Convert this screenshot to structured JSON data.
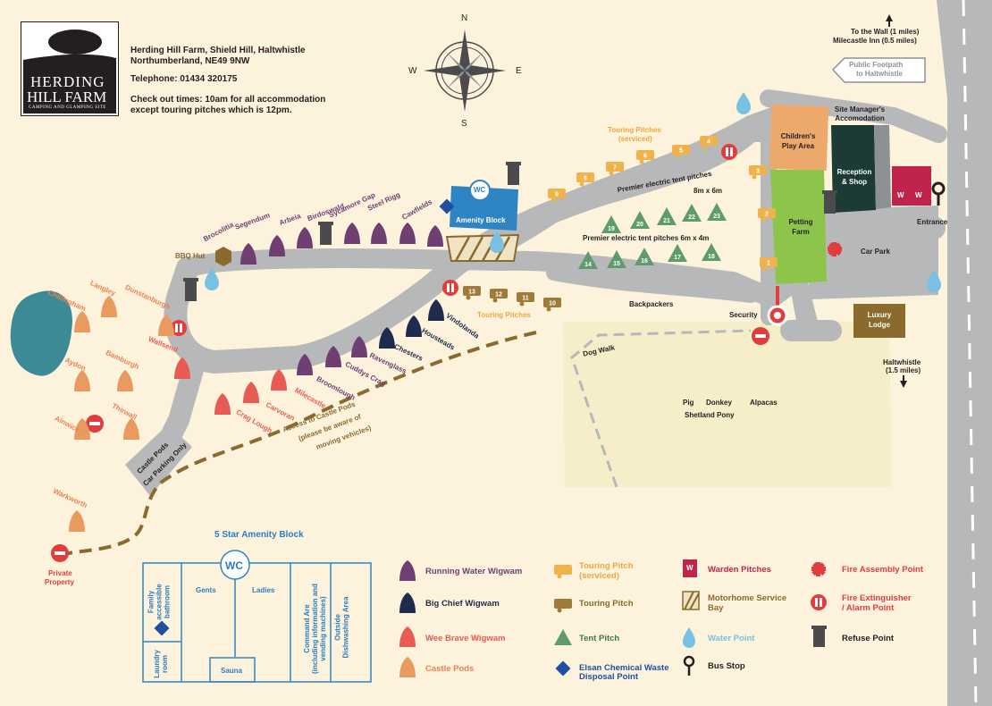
{
  "logo": {
    "line1": "HERDING",
    "line2": "HILL FARM",
    "tagline": "CAMPING AND GLAMPING SITE"
  },
  "info": {
    "address1": "Herding Hill Farm, Shield Hill, Haltwhistle",
    "address2": "Northumberland, NE49 9NW",
    "telephone": "Telephone: 01434 320175",
    "checkout1": "Check out times: 10am for all accommodation",
    "checkout2": "except touring pitches which is 12pm."
  },
  "compass": {
    "n": "N",
    "s": "S",
    "e": "E",
    "w": "W"
  },
  "directions": {
    "to_wall": "To the Wall (1 miles)",
    "milecastle_inn": "Milecastle Inn (0.5 miles)",
    "footpath1": "Public Footpath",
    "footpath2": "to Haltwhistle",
    "haltwhistle1": "Haltwhistle",
    "haltwhistle2": "(1.5 miles)"
  },
  "areas": {
    "childrens_play": "Children's Play Area",
    "site_manager": "Site Manager's Accomodation",
    "reception": "Reception & Shop",
    "petting_farm": "Petting Farm",
    "car_park": "Car Park",
    "entrance": "Entrance",
    "luxury_lodge": "Luxury Lodge",
    "security": "Security",
    "backpackers": "Backpackers",
    "bbq_hut": "BBQ Hut",
    "amenity_block": "Amenity Block",
    "castle_pods_parking1": "Castle Pods",
    "castle_pods_parking2": "Car Parking Only",
    "dog_walk": "Dog Walk",
    "access1": "Access to Castle Pods",
    "access2": "(please be aware of",
    "access3": "moving vehicles)",
    "private1": "Private",
    "private2": "Property",
    "touring_serviced1": "Touring Pitches",
    "touring_serviced2": "(serviced)",
    "touring_pitches": "Touring Pitches",
    "premier_upper1": "Premier electric tent pitches",
    "premier_upper2": "8m x 6m",
    "premier_lower": "Premier electric tent pitches 6m x 4m"
  },
  "animals": {
    "pig": "Pig",
    "donkey": "Donkey",
    "alpacas": "Alpacas",
    "pony": "Shetland Pony"
  },
  "wigwams_running": [
    "Brocolitia",
    "Segendum",
    "Arbeia",
    "Birdoswald",
    "Sycamore Gap",
    "Steel Rigg",
    "Cawfields"
  ],
  "wigwams_mid": [
    "Broomlough",
    "Cuddys Crag",
    "Ravenglass",
    "Chesters",
    "Housteads",
    "Vindolanda"
  ],
  "wigwams_wee": [
    "Crag Lough",
    "Carvoran",
    "Milecastle"
  ],
  "castle_pods": [
    "Chillingham",
    "Langley",
    "Dunstanburgh",
    "Wallsend",
    "Aydon",
    "Bamburgh",
    "Alnwick",
    "Thirwall",
    "Warkworth"
  ],
  "pitch_numbers": {
    "touring_serviced": [
      "1",
      "2",
      "3",
      "4",
      "5",
      "6",
      "7",
      "8",
      "9"
    ],
    "touring": [
      "10",
      "11",
      "12",
      "13"
    ],
    "tent_upper": [
      "19",
      "20",
      "21",
      "22",
      "23"
    ],
    "tent_lower": [
      "14",
      "15",
      "16",
      "17",
      "18"
    ]
  },
  "amenity": {
    "title": "5 Star Amenity Block",
    "wc": "WC",
    "family1": "Family",
    "family2": "accessible",
    "family3": "bathroom",
    "laundry1": "Laundry",
    "laundry2": "room",
    "gents": "Gents",
    "ladies": "Ladies",
    "sauna": "Sauna",
    "command1": "Command Are",
    "command2": "(including information and",
    "command3": "vending machines)",
    "outside1": "Outside",
    "outside2": "Dishwashing Area"
  },
  "legend": {
    "running": "Running Water Wigwam",
    "bigchief": "Big Chief Wigwam",
    "wee": "Wee Brave Wigwam",
    "pods": "Castle Pods",
    "touring_serv1": "Touring Pitch",
    "touring_serv2": "(serviced)",
    "touring": "Touring Pitch",
    "tent": "Tent Pitch",
    "elsan1": "Elsan Chemical Waste",
    "elsan2": "Disposal Point",
    "warden": "Warden Pitches",
    "motorhome1": "Motorhome Service",
    "motorhome2": "Bay",
    "water": "Water Point",
    "bus": "Bus Stop",
    "fire_assembly": "Fire Assembly Point",
    "extinguisher1": "Fire Extinguisher",
    "extinguisher2": "/ Alarm Point",
    "refuse": "Refuse Point",
    "warden_letter": "W"
  },
  "colors": {
    "background": "#fdf3dc",
    "road": "#b7b8ba",
    "running_wigwam": "#6f3f72",
    "bigchief_wigwam": "#1f2a4f",
    "wee_wigwam": "#e85b55",
    "castle_pod": "#e89a5f",
    "tent": "#5f9b6d",
    "touring": "#f0b24a",
    "touring_plain": "#a07a3a",
    "amenity": "#2f84c4",
    "warden": "#c0244c",
    "petting": "#8cc54a",
    "play": "#eca96b",
    "reception": "#1b3b34",
    "lake": "#3b8a96",
    "fire": "#e23c3c"
  }
}
